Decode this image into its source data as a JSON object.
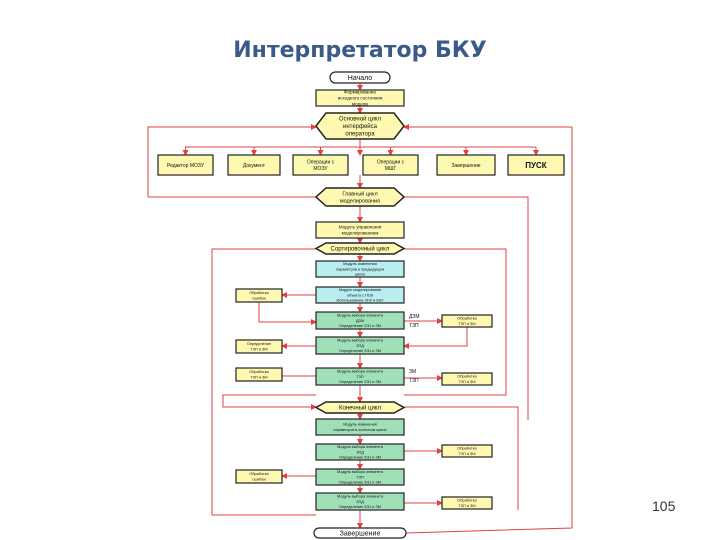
{
  "header": {
    "title": "Интерпретатор БКУ",
    "page_number": "105"
  },
  "flow": {
    "start": "Начало",
    "form": [
      "Формирование",
      "исходного состояния",
      "модели"
    ],
    "main_cycle": [
      "Основной цикл",
      "интерфейса",
      "оператора"
    ],
    "options": [
      "Редактор МОЗУ",
      "Документ",
      "Операции с МОЗУ",
      "Операции с МШГ",
      "Завершение",
      "ПУСК"
    ],
    "model_cycle": [
      "Главный цикл",
      "моделирования"
    ],
    "control": [
      "Модуль управления",
      "моделированием"
    ],
    "sort_cycle": "Сортировочный цикл",
    "modules_a": [
      [
        "Модуль изменения",
        "параметров в предыдущем",
        "цикле"
      ],
      [
        "Модуль моделирования",
        "объекта с ПСВ",
        "Использование ЗНУ и БКУ"
      ],
      [
        "Модуль выбора элемента",
        "ДЗМ",
        "Определение ЗЭ1 и ЗМ"
      ],
      [
        "Модуль выбора элемента",
        "ЗПД",
        "Определение ЗЭ1 и ЗМ"
      ],
      [
        "Модуль выбора элемента",
        "ТЗП",
        "Определение ЗЭ1 и ЗМ"
      ]
    ],
    "side_left_a": [
      [
        "Обработка",
        "ошибок"
      ],
      [
        "Определение",
        "ТЗП и ЗМ"
      ],
      [
        "Обработка",
        "ТЗП и ЗМ"
      ]
    ],
    "side_right_a": [
      [
        "Обработка",
        "ТЗП и ЗМ"
      ],
      [
        "Обработка",
        "ТЗП и ЗМ"
      ]
    ],
    "edge_labels": [
      "ДЗМ",
      "ТЗП",
      "ЗМ",
      "ТЗП"
    ],
    "final_cycle": "Конечный цикл",
    "modules_b": [
      [
        "Модуль изменения",
        "параметров в конечном цикле"
      ],
      [
        "Модуль выбора элемента",
        "ЗПД",
        "Определение ЗЭ1 и ЗМ"
      ],
      [
        "Модуль выбора элемента",
        "ТЗП",
        "Определение ЗЭ1 и ЗМ"
      ],
      [
        "Модуль выбора элемента",
        "ЗПД",
        "Определение ЗЭ1 и ЗМ"
      ]
    ],
    "side_left_b": [
      [
        "Обработка",
        "ошибок"
      ]
    ],
    "side_right_b": [
      [
        "Обработка",
        "ТЗП и ЗМ"
      ],
      [
        "Обработка",
        "ТЗП и ЗМ"
      ]
    ],
    "end": "Завершение"
  },
  "colors": {
    "title": "#3a5a8a",
    "yellow": "#fff8b0",
    "cyan": "#b8eef0",
    "green": "#9fe0b8",
    "red_line": "#e04040",
    "border": "#222222"
  }
}
